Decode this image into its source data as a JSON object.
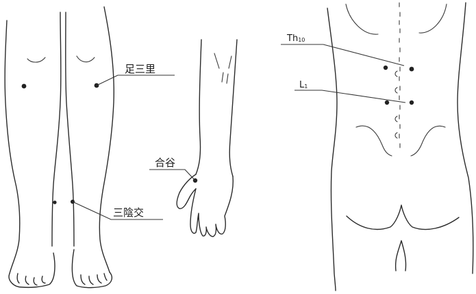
{
  "labels": {
    "zusanli": "足三里",
    "hegu": "合谷",
    "sanyinjiao": "三陰交",
    "th": "Th",
    "th_num": "10",
    "l": "L",
    "l_num": "1"
  },
  "colors": {
    "ink": "#2a2a2a",
    "background": "#ffffff"
  }
}
